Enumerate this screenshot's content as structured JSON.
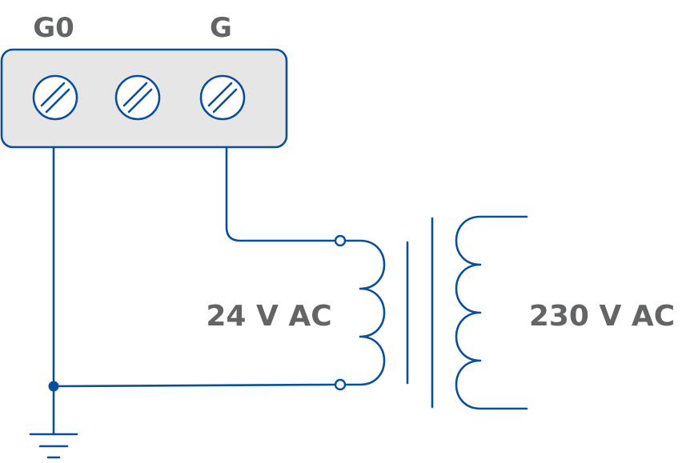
{
  "terminals": {
    "left_label": "G0",
    "right_label": "G"
  },
  "transformer": {
    "secondary_label": "24 V AC",
    "primary_label": "230 V AC"
  },
  "colors": {
    "wire": "#0a4f9c",
    "terminal_block_fill": "#e6e6e7",
    "label_text": "#636466"
  },
  "icons": [
    "screw-terminal-icon",
    "ground-symbol-icon",
    "transformer-coil-icon"
  ]
}
